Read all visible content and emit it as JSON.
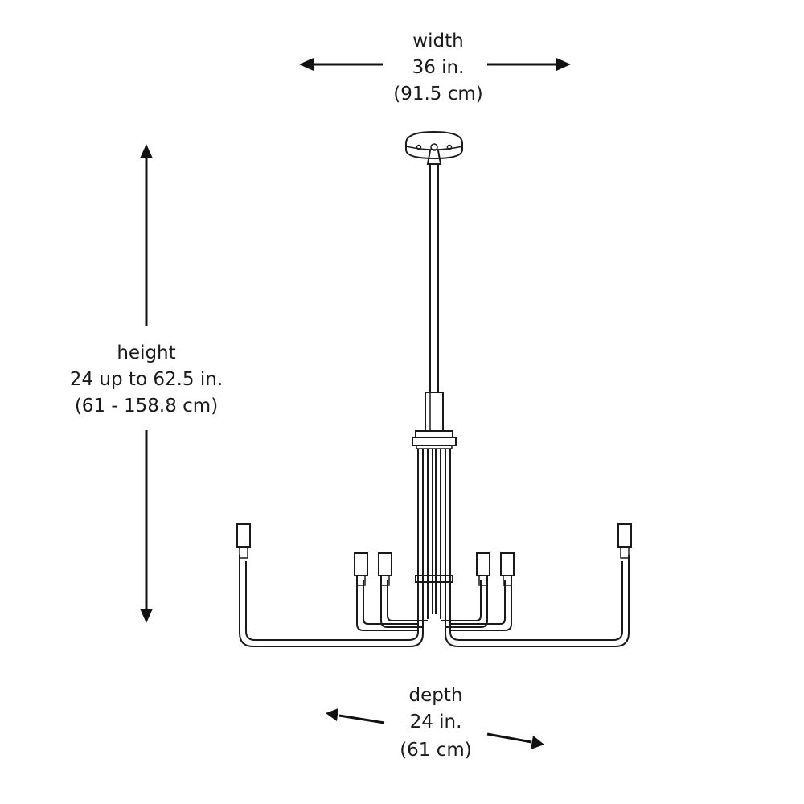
{
  "width": {
    "label": "width",
    "imperial": "36 in.",
    "metric": "(91.5 cm)"
  },
  "height": {
    "label": "height",
    "imperial": "24 up to 62.5 in.",
    "metric": "(61 - 158.8 cm)"
  },
  "depth": {
    "label": "depth",
    "imperial": "24 in.",
    "metric": "(61 cm)"
  },
  "colors": {
    "line": "#1a1a1a",
    "background": "#ffffff"
  }
}
